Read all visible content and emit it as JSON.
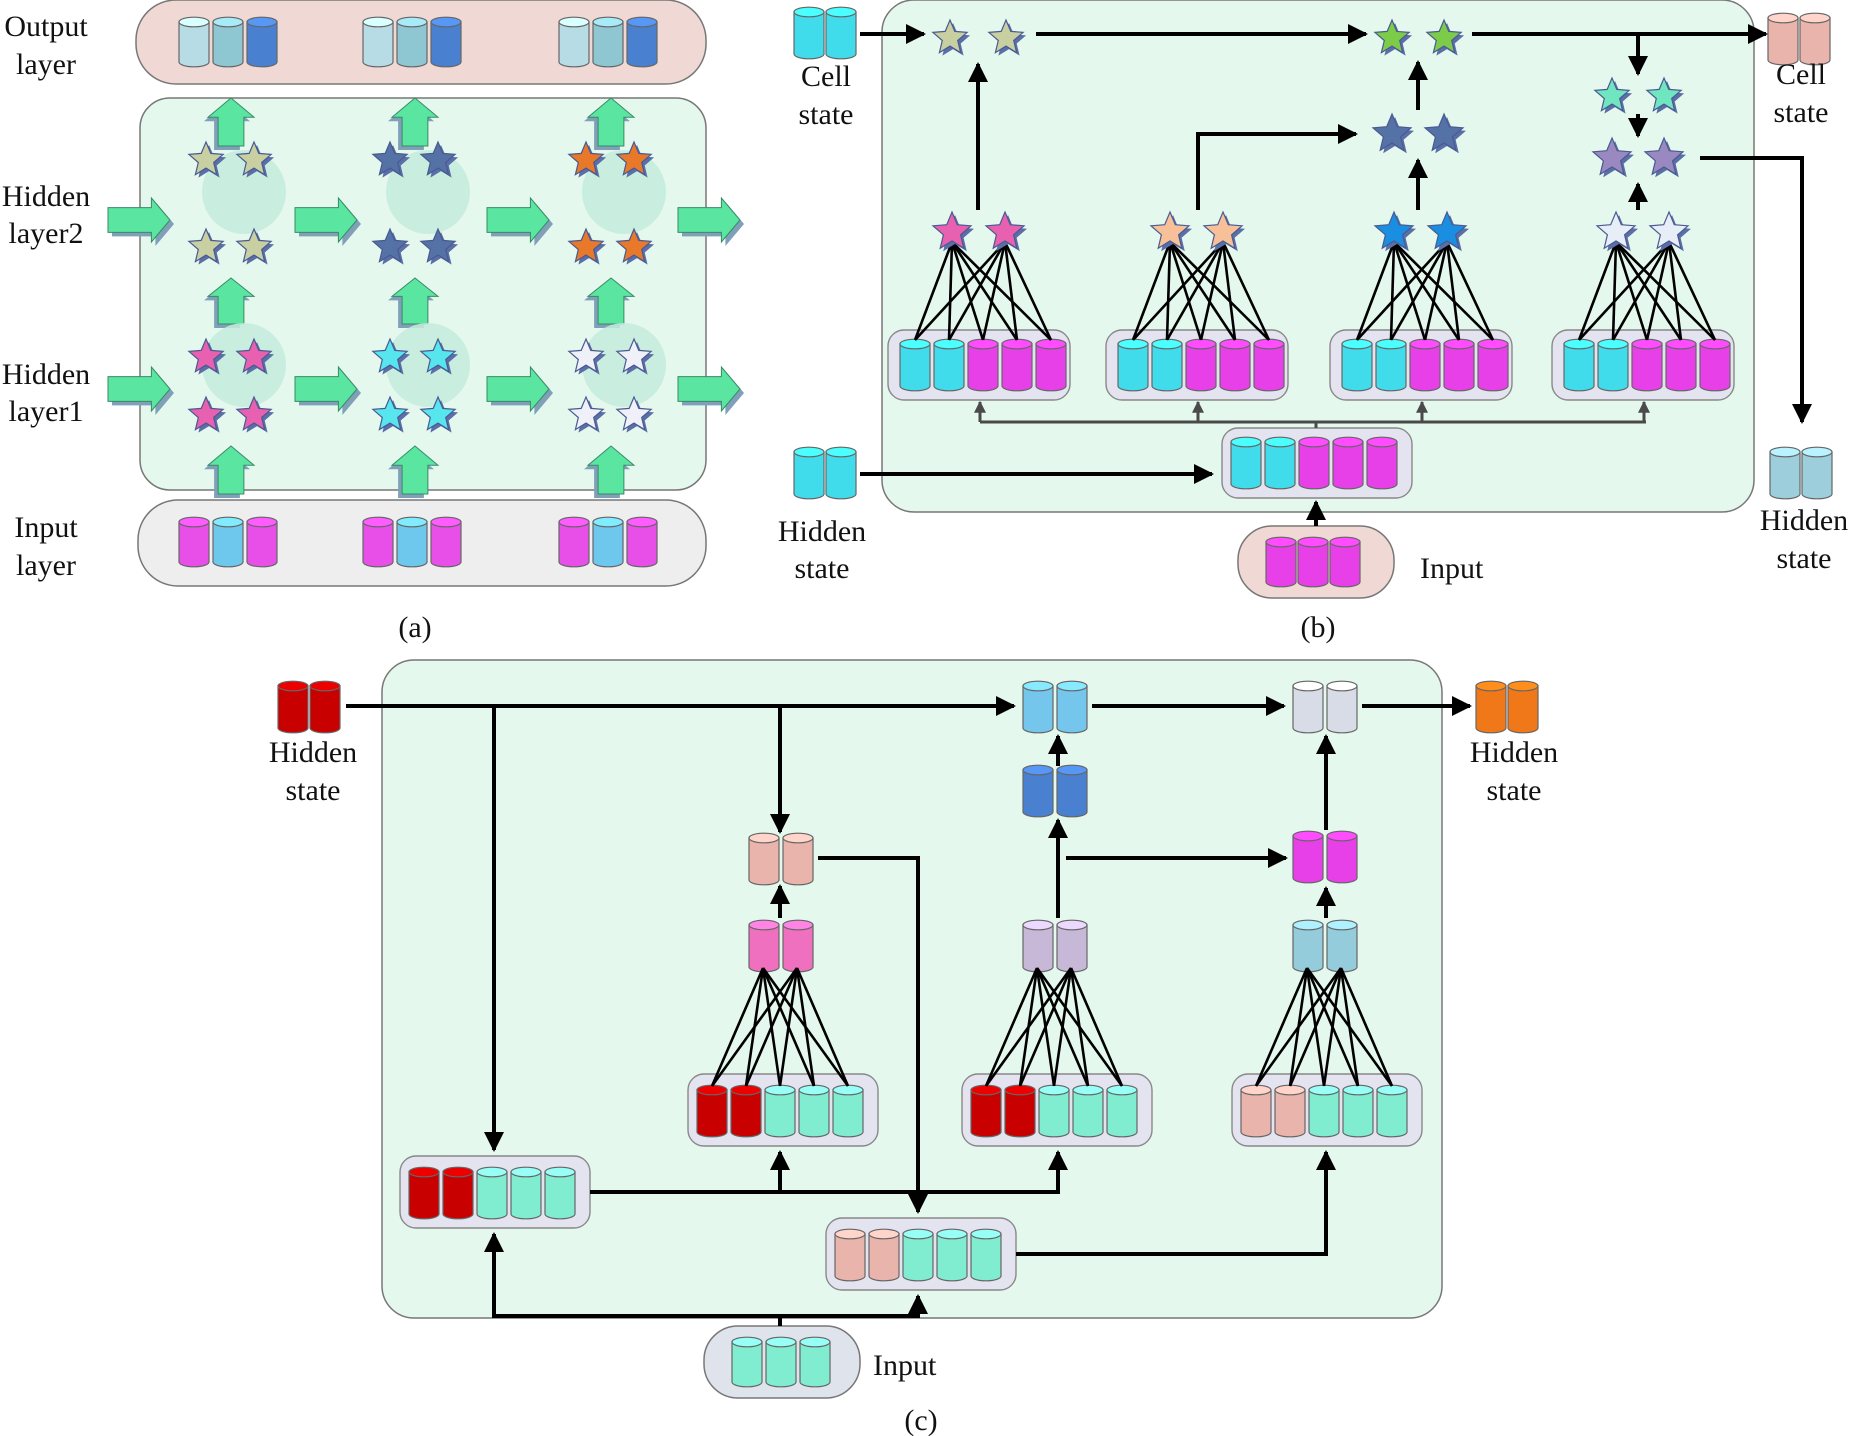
{
  "panel_a": {
    "caption": "(a)",
    "row_labels": {
      "output": [
        "Output",
        "layer"
      ],
      "hidden2": [
        "Hidden",
        "layer2"
      ],
      "hidden1": [
        "Hidden",
        "layer1"
      ],
      "input": [
        "Input",
        "layer"
      ]
    },
    "colors": {
      "output_bg": "#f0d8d4",
      "core_bg": "#e4f8ee",
      "input_bg": "#eeeeee",
      "arrow": "#5ae6a0",
      "star_h2": [
        "#c8d0a2",
        "#5472a6",
        "#e8782a"
      ],
      "star_h1": [
        "#e860b0",
        "#58e6ee",
        "#f0f0f8"
      ],
      "input_cyl": [
        "#e84ee8",
        "#6ec8ee",
        "#e84ee8"
      ],
      "output_cyl": [
        "#b8dce6",
        "#8ec6d2",
        "#4a80d0"
      ]
    }
  },
  "panel_b": {
    "caption": "(b)",
    "labels": {
      "cell_in": [
        "Cell",
        "state"
      ],
      "cell_out": [
        "Cell",
        "state"
      ],
      "hidden_in": [
        "Hidden",
        "state"
      ],
      "hidden_out": [
        "Hidden",
        "state"
      ],
      "input": "Input"
    },
    "colors": {
      "bg": "#e4f8ee",
      "cell_in": "#40dcec",
      "cell_out": "#e8b4ac",
      "hidden_in": "#40dcec",
      "hidden_out": "#9ccedc",
      "input_bg": "#f0d8d4",
      "gate_stars": [
        "#e860b0",
        "#f8c098",
        "#1a8ee0",
        "#e8eef8"
      ],
      "stars_forget": "#c8d0a2",
      "stars_cellnew": "#7ccc4a",
      "stars_cand": "#5472a6",
      "stars_tanh": "#70e6c0",
      "stars_outmul": "#9a88c0"
    }
  },
  "panel_c": {
    "caption": "(c)",
    "labels": {
      "hidden_in": [
        "Hidden",
        "state"
      ],
      "hidden_out": [
        "Hidden",
        "state"
      ],
      "input": "Input"
    },
    "colors": {
      "bg": "#e4f8ee",
      "hidden_in": "#c80000",
      "hidden_out": "#f07818",
      "reset": "#e8b4ac",
      "gate1": "#f070c0",
      "gate2": "#c8b8d8",
      "gate3": "#94ccdc",
      "update_top": "#74c6ec",
      "update_mid": "#4a80d0",
      "final": "#d8dce6",
      "mult": "#e840e8",
      "input": "#80ecd0"
    }
  }
}
